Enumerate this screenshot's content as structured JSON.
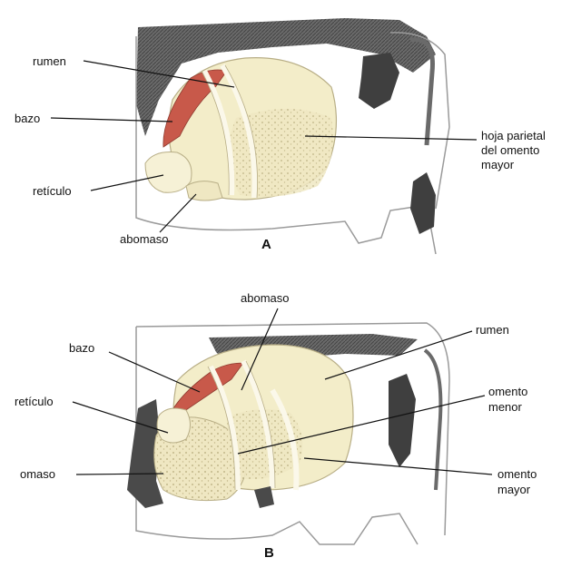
{
  "figure": {
    "panel_a": {
      "letter": "A",
      "labels": {
        "rumen": "rumen",
        "bazo": "bazo",
        "reticulo": "retículo",
        "abomaso": "abomaso",
        "hoja_line1": "hoja parietal",
        "hoja_line2": "del omento",
        "hoja_line3": "mayor"
      }
    },
    "panel_b": {
      "letter": "B",
      "labels": {
        "abomaso": "abomaso",
        "rumen": "rumen",
        "bazo": "bazo",
        "reticulo": "retículo",
        "omaso": "omaso",
        "omento_menor_line1": "omento",
        "omento_menor_line2": "menor",
        "omento_mayor_line1": "omento",
        "omento_mayor_line2": "mayor"
      }
    }
  },
  "colors": {
    "spleen": "#c8594a",
    "rumen": "#f3edc9",
    "omaso": "#e9e0b4",
    "dark_hide": "#3f3f3f",
    "skin_outline": "#9a9a9a"
  }
}
